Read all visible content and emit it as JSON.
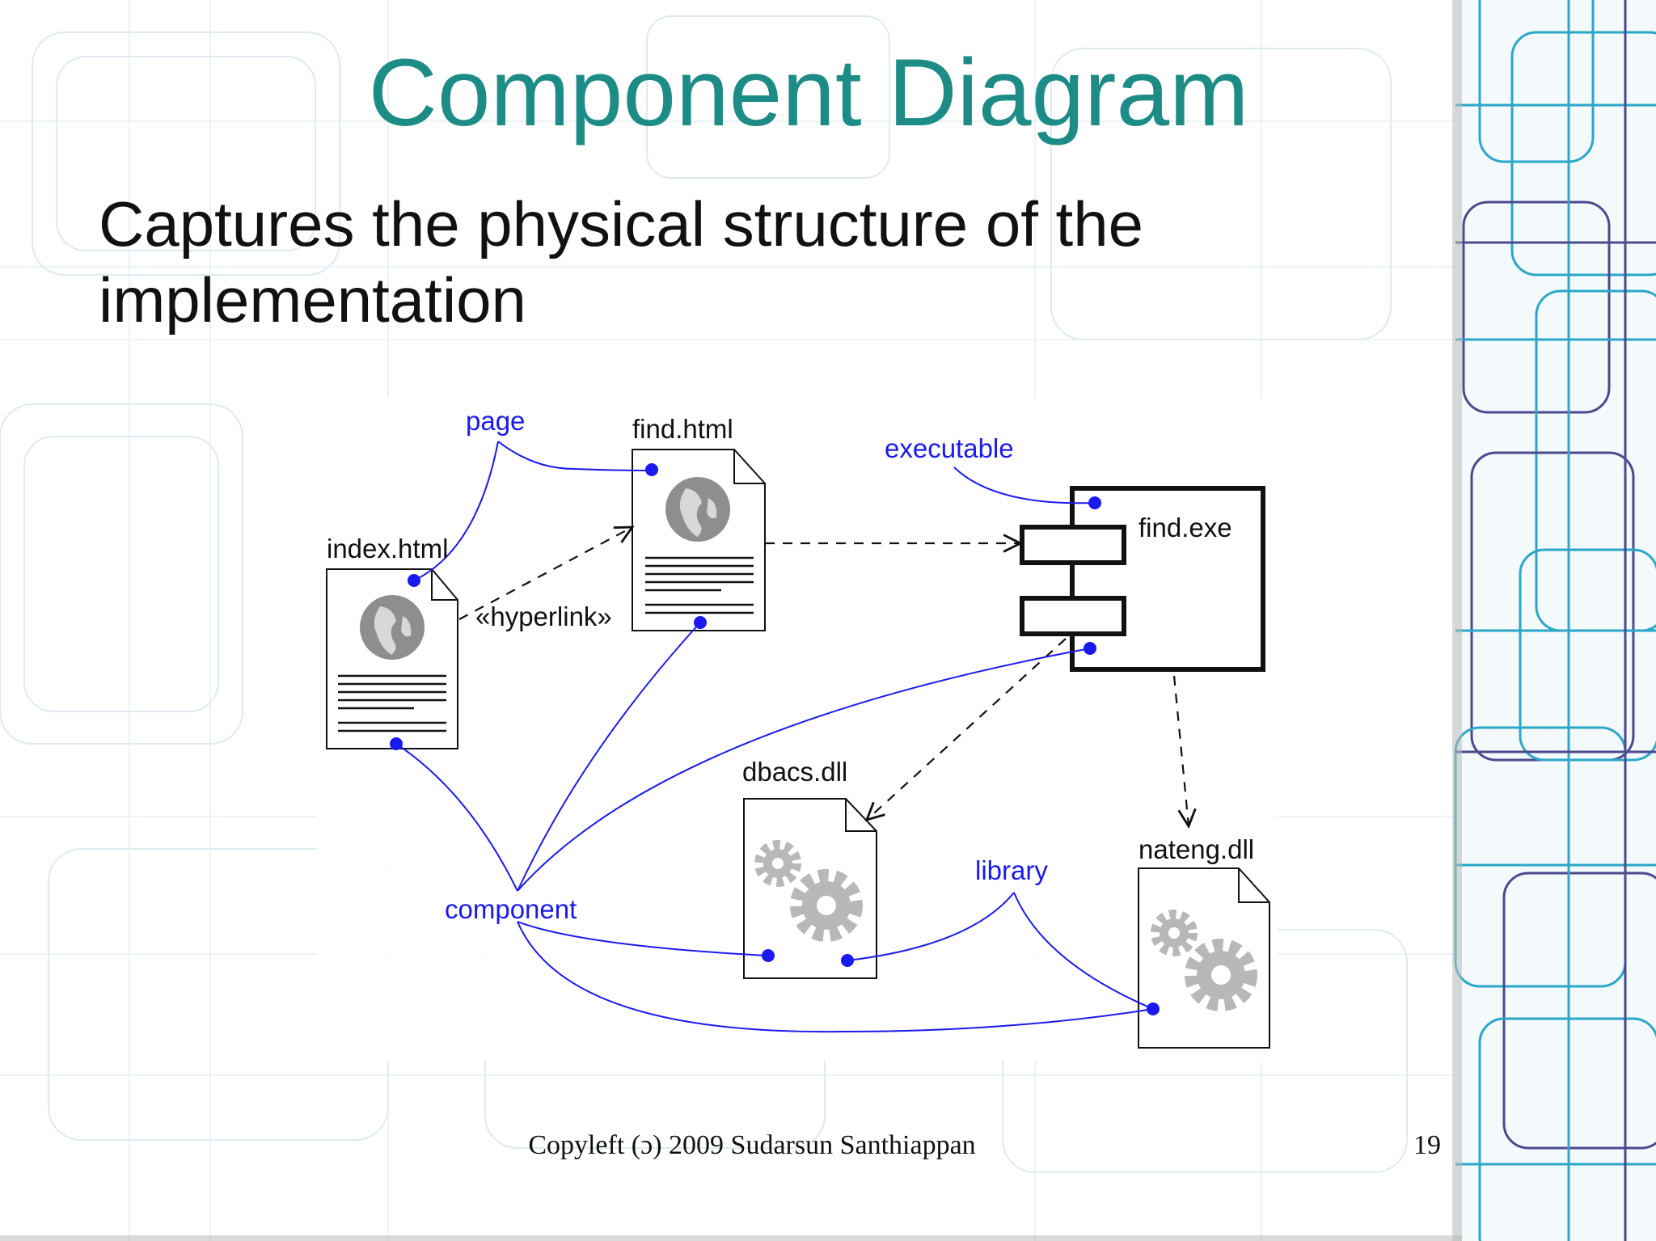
{
  "slide": {
    "title": "Component Diagram",
    "body_lines": [
      "Captures the physical structure of the",
      "implementation"
    ],
    "footer": "Copyleft (ɔ) 2009 Sudarsun Santhiappan",
    "page_number": "19"
  },
  "diagram": {
    "components": {
      "index_html": "index.html",
      "find_html": "find.html",
      "find_exe": "find.exe",
      "dbacs_dll": "dbacs.dll",
      "nateng_dll": "nateng.dll"
    },
    "notes": {
      "page": "page",
      "executable": "executable",
      "library": "library",
      "component": "component"
    },
    "stereotype": "«hyperlink»"
  },
  "colors": {
    "title": "#1e8c86",
    "annotation_blue": "#1a1aee",
    "line": "#111111",
    "background_lines_blue": "#2aa7c9",
    "background_lines_purple": "#4b4a8f"
  }
}
